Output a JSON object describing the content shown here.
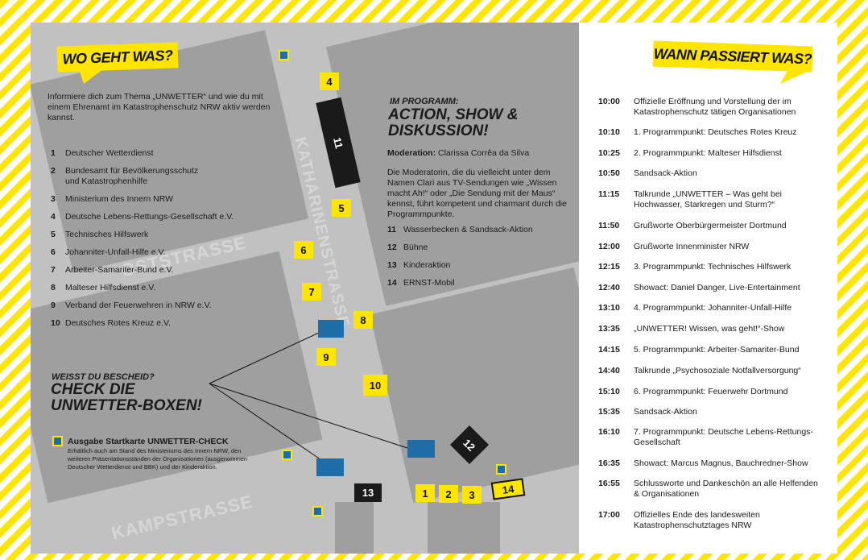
{
  "colors": {
    "accent_yellow": "#ffe500",
    "unwetter_box_blue": "#1e6ca8",
    "map_gray": "#c1c1c1",
    "building_gray": "#9f9f9f"
  },
  "left_heading": "WO GEHT WAS?",
  "intro_text": "Informiere dich zum Thema „UNWETTER“ und wie du mit einem Ehrenamt im Katastrophenschutz NRW aktiv werden kannst.",
  "locations": [
    {
      "num": "1",
      "name": "Deutscher Wetterdienst"
    },
    {
      "num": "2",
      "name": "Bundesamt für Bevölkerungsschutz und Katastrophenhilfe"
    },
    {
      "num": "3",
      "name": "Ministerium des Innern NRW"
    },
    {
      "num": "4",
      "name": "Deutsche Lebens-Rettungs-Gesellschaft e.V."
    },
    {
      "num": "5",
      "name": "Technisches Hilfswerk"
    },
    {
      "num": "6",
      "name": "Johanniter-Unfall-Hilfe e.V."
    },
    {
      "num": "7",
      "name": "Arbeiter-Samariter-Bund e.V."
    },
    {
      "num": "8",
      "name": "Malteser Hilfsdienst e.V."
    },
    {
      "num": "9",
      "name": "Verband der Feuerwehren in NRW e.V."
    },
    {
      "num": "10",
      "name": "Deutsches Rotes Kreuz e.V."
    }
  ],
  "streets": {
    "ost": "OSTSTRASSE",
    "katharinen": "KATHARINENSTRASSE",
    "kamp": "KAMPSTRASSE"
  },
  "programm": {
    "kicker": "IM PROGRAMM:",
    "title_line1": "ACTION, SHOW &",
    "title_line2": "DISKUSSION!",
    "moderation_label": "Moderation:",
    "moderation_name": "Clarissa Corrêa da Silva",
    "description": "Die Moderatorin, die du vielleicht unter dem Namen Clari aus TV-Sendungen wie „Wissen macht Ah!“ oder „Die Sendung mit der Maus“ kennst, führt kompetent und charmant durch die Programmpunkte.",
    "items": [
      {
        "num": "11",
        "name": "Wasserbecken & Sandsack-Aktion"
      },
      {
        "num": "12",
        "name": "Bühne"
      },
      {
        "num": "13",
        "name": "Kinderaktion"
      },
      {
        "num": "14",
        "name": "ERNST-Mobil"
      }
    ]
  },
  "check": {
    "kicker": "WEISST DU BESCHEID?",
    "title_line1": "CHECK DIE",
    "title_line2": "UNWETTER-BOXEN!",
    "startkarte_title": "Ausgabe Startkarte UNWETTER-CHECK",
    "startkarte_text": "Erhältlich auch am Stand des Ministeriums des Innern NRW, den weiteren Präsentationsständen der Organisationen (ausgenommen Deutscher Wetterdienst und BBK) und der Kinderaktion."
  },
  "map_badges": {
    "b1": "1",
    "b2": "2",
    "b3": "3",
    "b4": "4",
    "b5": "5",
    "b6": "6",
    "b7": "7",
    "b8": "8",
    "b9": "9",
    "b10": "10",
    "b11": "11",
    "b12": "12",
    "b13": "13",
    "b14": "14"
  },
  "right_heading": "WANN PASSIERT WAS?",
  "schedule": [
    {
      "time": "10:00",
      "text": "Offizielle Eröffnung und Vorstellung der im Katastrophenschutz tätigen Organisationen"
    },
    {
      "time": "10:10",
      "text": "1. Programmpunkt: Deutsches Rotes Kreuz"
    },
    {
      "time": "10:25",
      "text": "2. Programmpunkt: Malteser Hilfsdienst"
    },
    {
      "time": "10:50",
      "text": "Sandsack-Aktion"
    },
    {
      "time": "11:15",
      "text": "Talkrunde „UNWETTER – Was geht bei Hochwasser, Starkregen und Sturm?“"
    },
    {
      "time": "11:50",
      "text": "Grußworte Oberbürgermeister Dortmund"
    },
    {
      "time": "12:00",
      "text": "Grußworte Innenminister NRW"
    },
    {
      "time": "12:15",
      "text": "3. Programmpunkt: Technisches Hilfswerk"
    },
    {
      "time": "12:40",
      "text": "Showact: Daniel Danger, Live-Entertainment"
    },
    {
      "time": "13:10",
      "text": "4. Programmpunkt: Johanniter-Unfall-Hilfe"
    },
    {
      "time": "13:35",
      "text": "„UNWETTER! Wissen, was geht!“-Show"
    },
    {
      "time": "14:15",
      "text": "5. Programmpunkt: Arbeiter-Samariter-Bund"
    },
    {
      "time": "14:40",
      "text": "Talkrunde „Psychosoziale Notfallversorgung“"
    },
    {
      "time": "15:10",
      "text": "6. Programmpunkt: Feuerwehr Dortmund"
    },
    {
      "time": "15:35",
      "text": "Sandsack-Aktion"
    },
    {
      "time": "16:10",
      "text": "7. Programmpunkt: Deutsche Lebens-Rettungs-Gesellschaft"
    },
    {
      "time": "16:35",
      "text": "Showact: Marcus Magnus, Bauchredner-Show"
    },
    {
      "time": "16:55",
      "text": "Schlussworte und Dankeschön an alle Helfenden & Organisationen"
    },
    {
      "time": "17:00",
      "text": "Offizielles Ende des landesweiten Katastrophenschutztages NRW"
    }
  ]
}
